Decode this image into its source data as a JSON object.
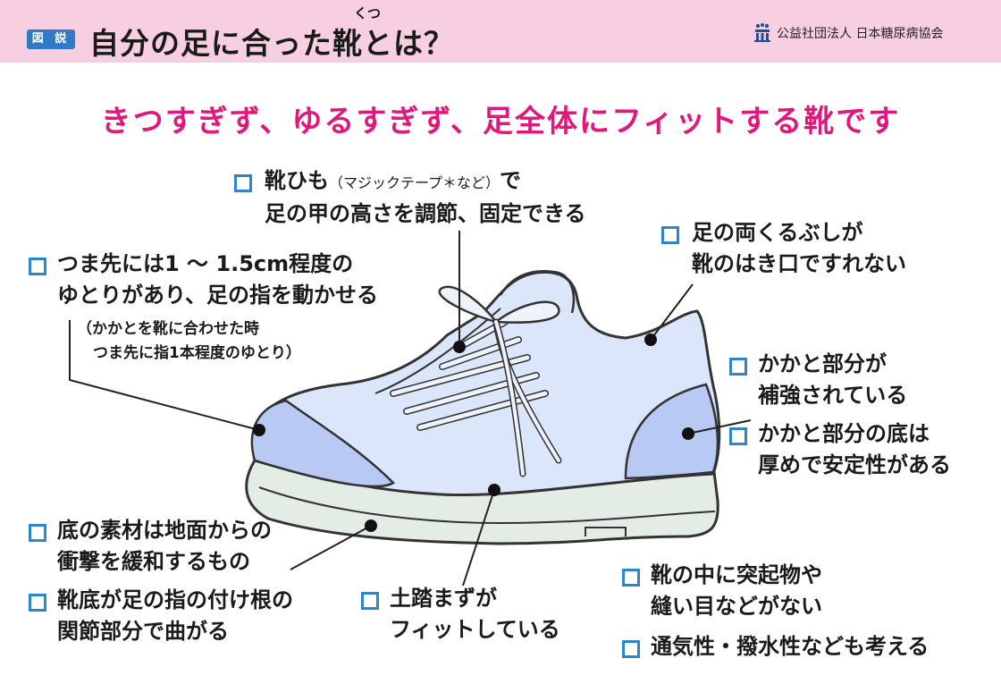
{
  "header": {
    "badge": "図 説",
    "title": "自分の足に合った靴とは？",
    "ruby": "くつ",
    "org": "公益社団法人 日本糖尿病協会"
  },
  "headline": "きつすぎず、ゆるすぎず、足全体にフィットする靴です",
  "notes": {
    "laces": {
      "line1_main": "靴ひも",
      "line1_paren": "（マジックテープ＊など）",
      "line1_tail": "で",
      "line2": "足の甲の高さを調節、固定できる"
    },
    "ankle": {
      "line1": "足の両くるぶしが",
      "line2": "靴のはき口ですれない"
    },
    "toe": {
      "line1": "つま先には1 ～ 1.5cm程度の",
      "line2": "ゆとりがあり、足の指を動かせる",
      "sub1": "（かかとを靴に合わせた時",
      "sub2": "つま先に指1本程度のゆとり）"
    },
    "heel": {
      "line1": "かかと部分が",
      "line2": "補強されている"
    },
    "heel_sole": {
      "line1": "かかと部分の底は",
      "line2": "厚めで安定性がある"
    },
    "sole": {
      "line1": "底の素材は地面からの",
      "line2": "衝撃を緩和するもの"
    },
    "flex": {
      "line1": "靴底が足の指の付け根の",
      "line2": "関節部分で曲がる"
    },
    "arch": {
      "line1": "土踏まずが",
      "line2": "フィットしている"
    },
    "inside": {
      "line1": "靴の中に突起物や",
      "line2": "縫い目などがない"
    },
    "vent": {
      "line1": "通気性・撥水性なども考える"
    }
  },
  "colors": {
    "header_bg": "#f7cfe0",
    "headline": "#e2177c",
    "checkbox": "#2d86c8",
    "shoe_upper": "#dbe6fb",
    "shoe_toe": "#b8c9f4",
    "sole": "#e4ece6"
  }
}
